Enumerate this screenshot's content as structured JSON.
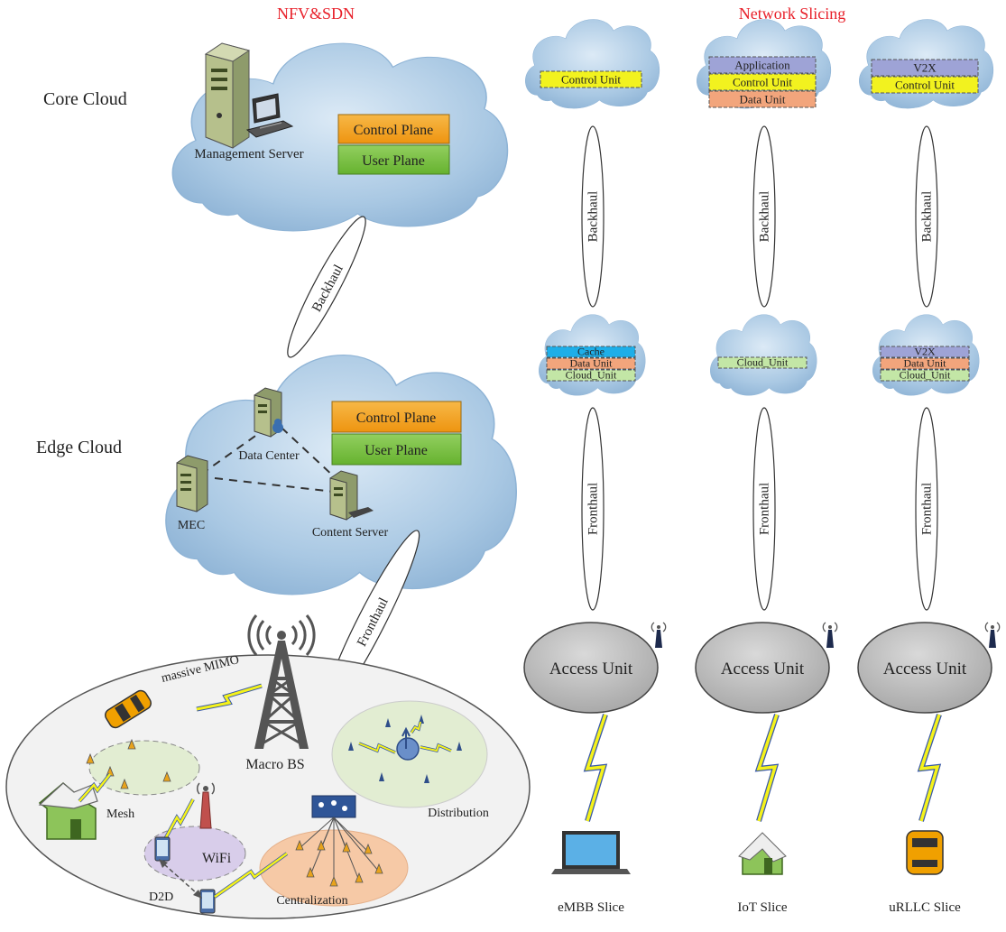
{
  "headings": {
    "left": "NFV&SDN",
    "right": "Network Slicing",
    "color": "#e8202a"
  },
  "core_cloud": {
    "label": "Core Cloud",
    "server_label": "Management Server",
    "planes": [
      "Control Plane",
      "User Plane"
    ]
  },
  "edge_cloud": {
    "label": "Edge Cloud",
    "planes": [
      "Control Plane",
      "User Plane"
    ],
    "servers": [
      "Data Center",
      "MEC",
      "Content Server"
    ]
  },
  "links": {
    "backhaul": "Backhaul",
    "fronthaul": "Fronthaul"
  },
  "access_area": {
    "macro": "Macro BS",
    "mimo": "massive MIMO",
    "mesh": "Mesh",
    "wifi": "WiFi",
    "d2d": "D2D",
    "centralization": "Centralization",
    "distribution": "Distribution"
  },
  "slices": [
    {
      "name": "eMBB Slice",
      "top_units": [
        "Control Unit"
      ],
      "edge_units": [
        "Cache",
        "Data Unit",
        "Cloud_Unit"
      ],
      "access": "Access Unit",
      "backhaul": "Backhaul",
      "fronthaul": "Fronthaul",
      "device": "laptop-icon"
    },
    {
      "name": "IoT Slice",
      "top_units": [
        "Application",
        "Control Unit",
        "Data Unit"
      ],
      "edge_units": [
        "Cloud_Unit"
      ],
      "access": "Access Unit",
      "backhaul": "Backhaul",
      "fronthaul": "Fronthaul",
      "device": "house-icon"
    },
    {
      "name": "uRLLC Slice",
      "top_units": [
        "V2X",
        "Control Unit"
      ],
      "edge_units": [
        "V2X",
        "Data Unit",
        "Cloud_Unit"
      ],
      "access": "Access Unit",
      "backhaul": "Backhaul",
      "fronthaul": "Fronthaul",
      "device": "car-icon"
    }
  ],
  "colors": {
    "cloud": "#a9c8e3",
    "control_plane": "#f3a21c",
    "user_plane": "#77c043",
    "control_unit": "#f2f21f",
    "data_unit": "#f2a57c",
    "cloud_unit": "#c3e6a6",
    "application": "#9ea3d6",
    "cache": "#1eaee8",
    "access_unit": "#bfbfbf",
    "lightning": "#f5f21a",
    "mesh_zone": "#e2edd2",
    "wifi_zone": "#d8cdea",
    "central_zone": "#f6c9a6"
  }
}
